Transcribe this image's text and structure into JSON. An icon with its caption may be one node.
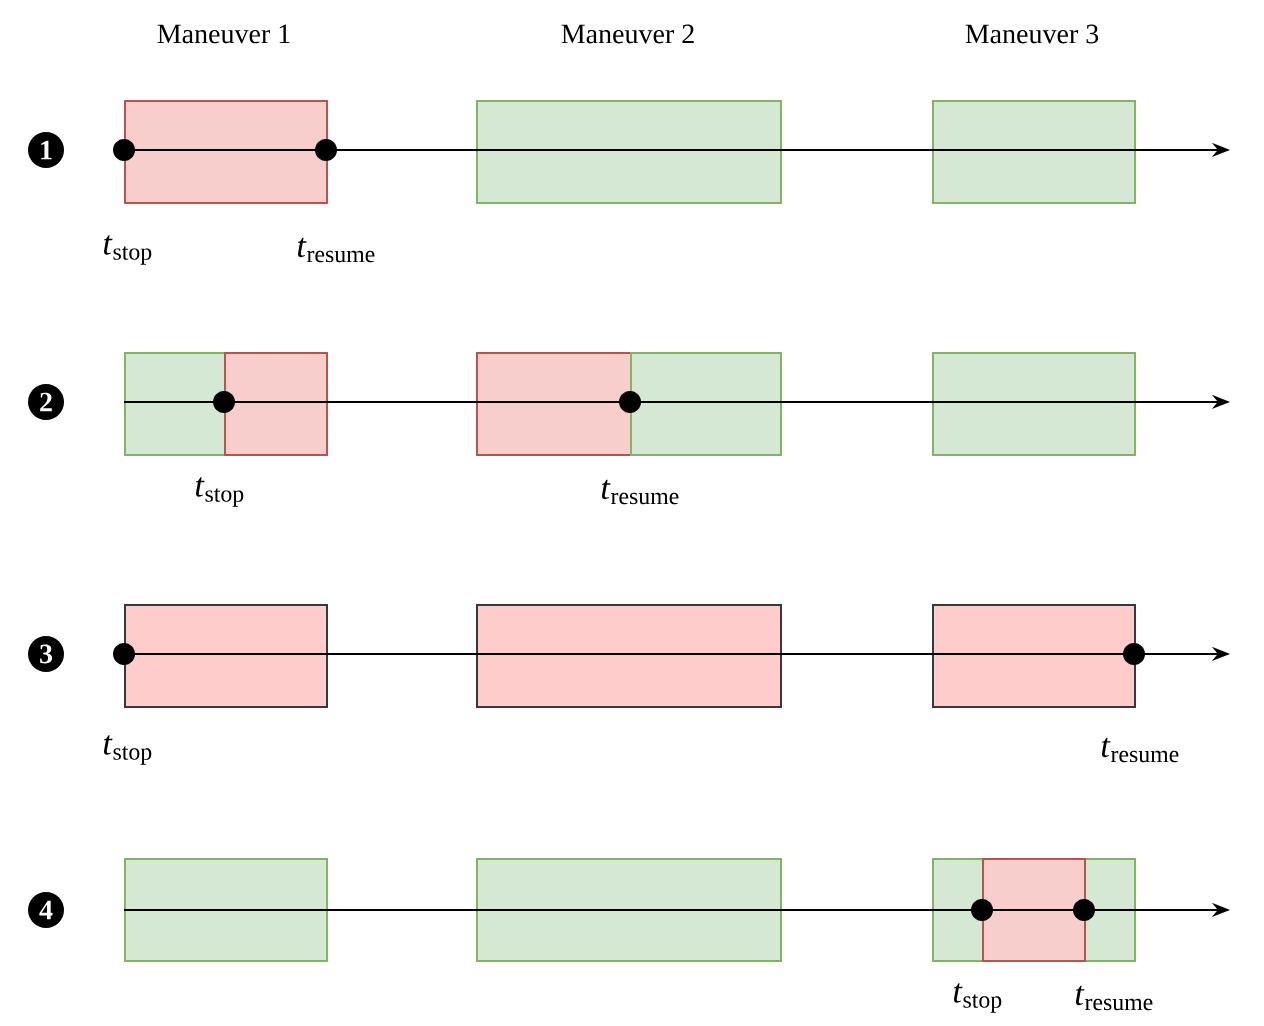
{
  "diagram": {
    "nodes": [
      {
        "text": [
          "1"
        ]
      },
      {
        "text": [],
        "shape": "box"
      },
      {
        "text": [],
        "shape": "box"
      },
      {
        "text": [],
        "shape": "box"
      },
      {
        "text": [
          "2"
        ]
      },
      {
        "text": [],
        "shape": "box"
      },
      {
        "text": [],
        "shape": "box"
      },
      {
        "text": [],
        "shape": "box"
      },
      {
        "text": [],
        "shape": "box"
      },
      {
        "text": [],
        "shape": "box"
      },
      {
        "text": [
          "3"
        ]
      },
      {
        "text": [],
        "shape": "box"
      },
      {
        "text": [],
        "shape": "box"
      },
      {
        "text": [],
        "shape": "box"
      },
      {
        "text": [
          "4"
        ]
      },
      {
        "text": [],
        "shape": "box"
      },
      {
        "text": [],
        "shape": "box"
      },
      {
        "text": [],
        "shape": "box"
      },
      {
        "text": [],
        "shape": "box",
        "in": 17
      }
    ],
    "labels": [
      "Maneuver 1",
      "Maneuver 2",
      "Maneuver 3",
      "*t*$_{stop}$",
      "*t*$_{resume}$",
      "*t*$_{stop}$",
      "*t*$_{resume}$",
      "*t*$_{stop}$",
      "*t*$_{resume}$",
      "*t*$_{stop}$",
      "*t*$_{resume}$"
    ]
  }
}
